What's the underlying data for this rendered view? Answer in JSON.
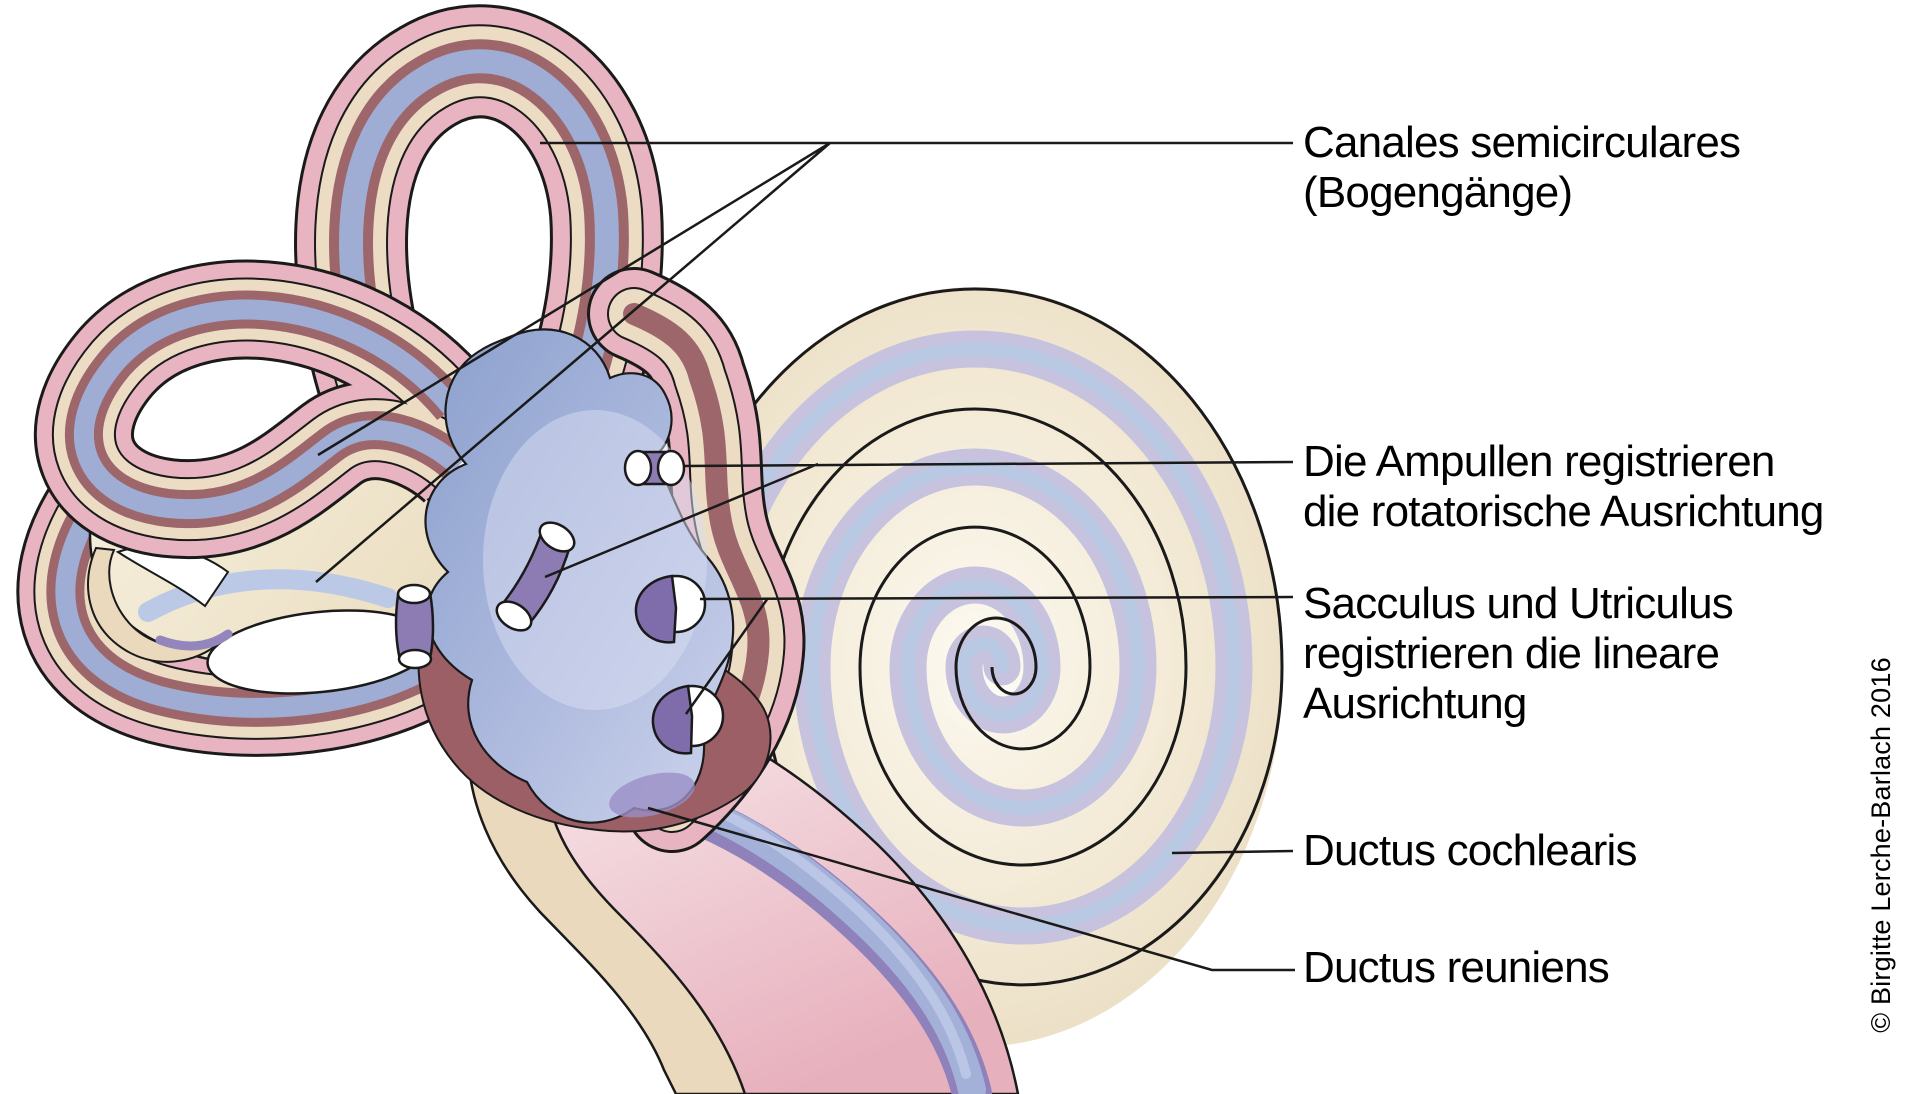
{
  "figure": {
    "type": "anatomical-diagram",
    "subject": "Innenohr: Labyrinth mit Bogengaengen, Vestibulum und Cochlea"
  },
  "labels": [
    {
      "id": "canales-semicirculares",
      "lines": [
        "Canales semicirculares",
        "(Bogengänge)"
      ]
    },
    {
      "id": "ampullen",
      "lines": [
        "Die Ampullen registrieren",
        "die rotatorische Ausrichtung"
      ]
    },
    {
      "id": "sacculus-utriculus",
      "lines": [
        "Sacculus und Utriculus",
        "registrieren die lineare",
        "Ausrichtung"
      ]
    },
    {
      "id": "ductus-cochlearis",
      "lines": [
        "Ductus cochlearis"
      ]
    },
    {
      "id": "ductus-reuniens",
      "lines": [
        "Ductus reuniens"
      ]
    }
  ],
  "credit": "© Birgitte Lerche-Barlach 2016",
  "palette": {
    "outline": "#1a1a1a",
    "shell_pink": "#e8b4c1",
    "bone_cream": "#ecdcc3",
    "mauve_band": "#9d666b",
    "duct_blue": "#9fadd4",
    "vestibule_light": "#ccd4ec",
    "vestibule_dark": "#8ba0cd",
    "ampulla_purple": "#8d7bb4",
    "macula_purple": "#7f6cab",
    "maroon_interior": "#9c5f66",
    "cochlea_cream": "#f3ead6",
    "cochlea_band_lavender": "#c7c2de",
    "cochlea_band_blue": "#b9c9e3",
    "basal_pink": "#e7b0bd"
  }
}
